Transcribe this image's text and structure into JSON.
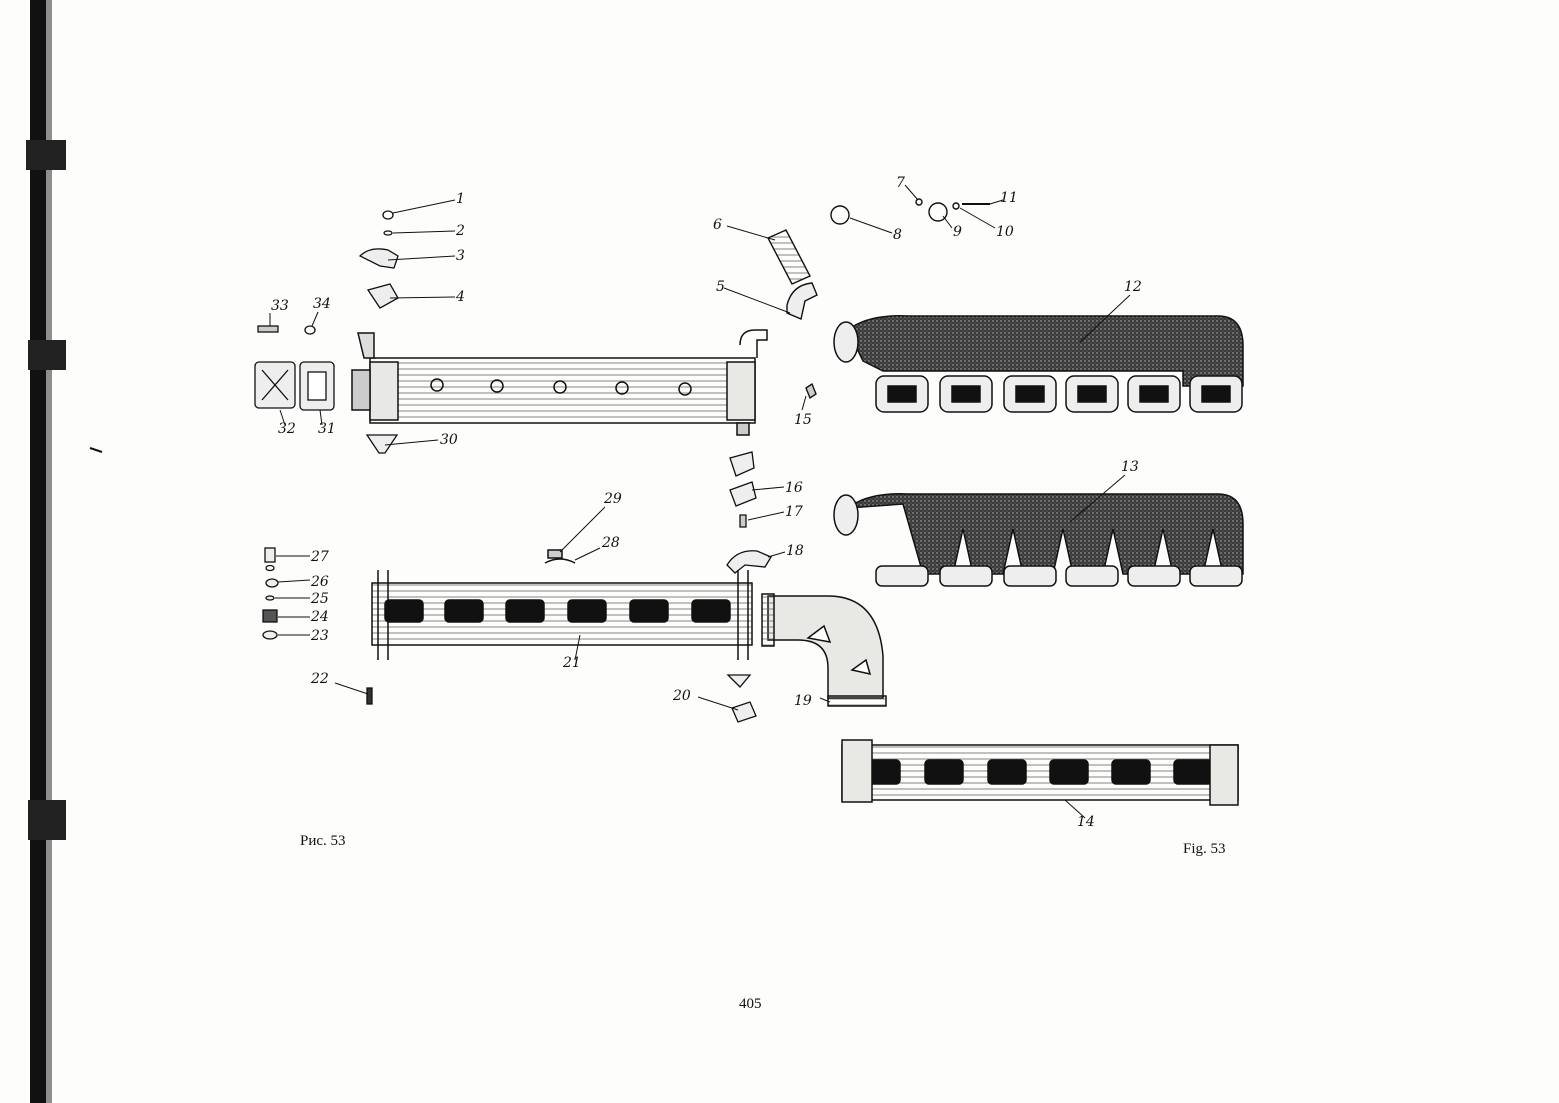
{
  "figure": {
    "caption_ru": "Рис. 53",
    "caption_en": "Fig. 53",
    "page_number": "405"
  },
  "callouts": [
    "1",
    "2",
    "3",
    "4",
    "5",
    "6",
    "7",
    "8",
    "9",
    "10",
    "11",
    "12",
    "13",
    "14",
    "15",
    "16",
    "17",
    "18",
    "19",
    "20",
    "21",
    "22",
    "23",
    "24",
    "25",
    "26",
    "27",
    "28",
    "29",
    "30",
    "31",
    "32",
    "33",
    "34"
  ],
  "colors": {
    "ink": "#111111",
    "paper": "#fdfdfb",
    "shade": "#2a2a2a",
    "hatch": "#555555"
  }
}
